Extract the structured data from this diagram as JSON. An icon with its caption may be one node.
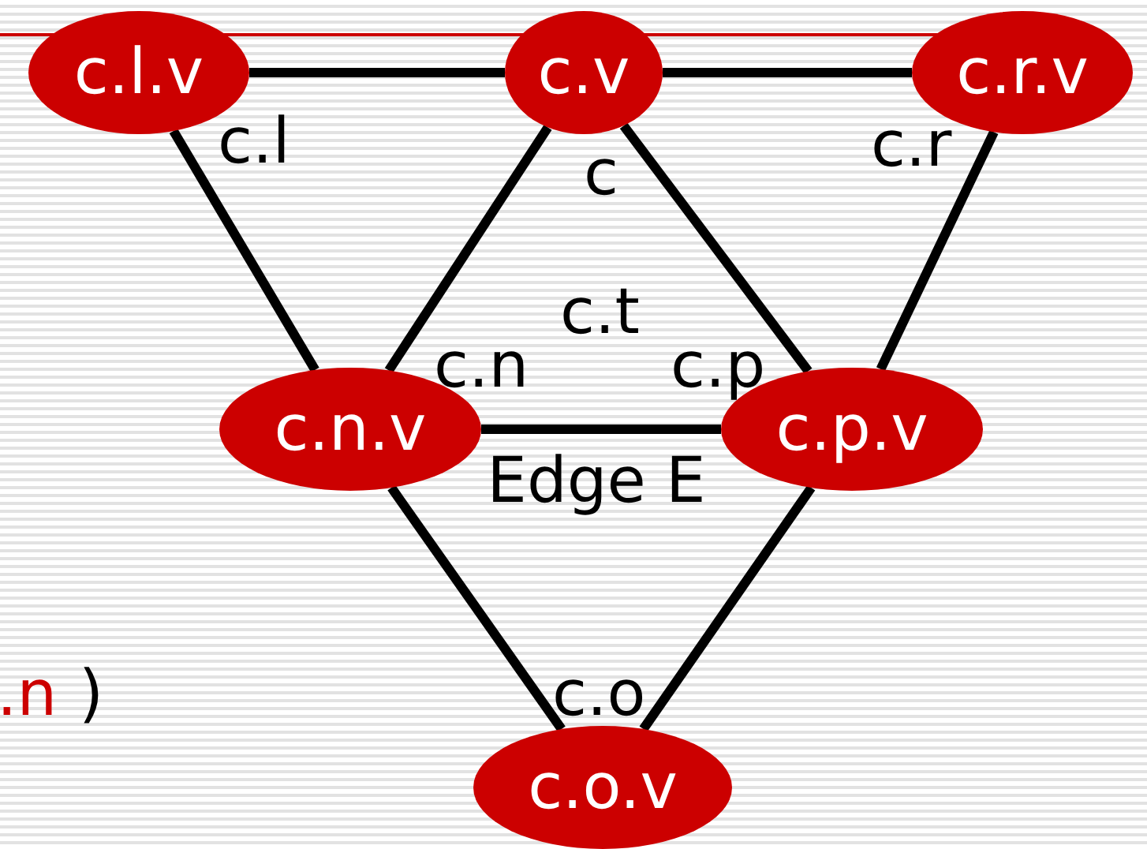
{
  "diagram": {
    "nodes": [
      {
        "text": [
          "c.l.v"
        ]
      },
      {
        "text": [
          "c.v"
        ]
      },
      {
        "text": [
          "c.r.v"
        ]
      },
      {
        "text": [
          "c.n.v"
        ]
      },
      {
        "text": [
          "c.p.v"
        ]
      },
      {
        "text": [
          "c.o.v"
        ]
      }
    ],
    "edges": [
      {
        "from": 0,
        "to": 1,
        "arrow": "none"
      },
      {
        "from": 1,
        "to": 2,
        "arrow": "none"
      },
      {
        "from": 0,
        "to": 3,
        "arrow": "none"
      },
      {
        "from": 1,
        "to": 3,
        "arrow": "none"
      },
      {
        "from": 1,
        "to": 4,
        "arrow": "none"
      },
      {
        "from": 2,
        "to": 4,
        "arrow": "none"
      },
      {
        "from": 3,
        "to": 4,
        "arrow": "none",
        "label": "Edge E"
      },
      {
        "from": 3,
        "to": 5,
        "arrow": "none"
      },
      {
        "from": 4,
        "to": 5,
        "arrow": "none"
      }
    ],
    "labels": [
      "c.l",
      "c",
      "c.r",
      "c.t",
      "c.n",
      "c.p",
      "c.o",
      ".n",
      ")"
    ]
  }
}
